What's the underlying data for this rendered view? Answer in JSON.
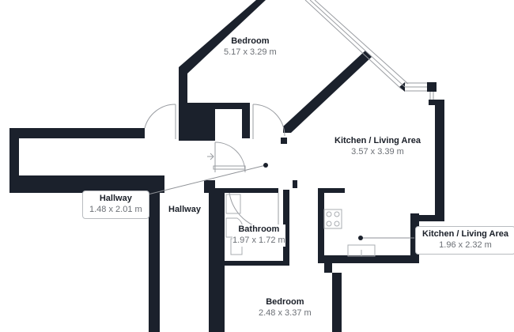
{
  "floorplan": {
    "wall_color": "#1b212c",
    "rooms": [
      {
        "id": "bedroom_1",
        "name": "Bedroom",
        "dimensions": "5.17 x 3.29 m"
      },
      {
        "id": "kitchen_living_1",
        "name": "Kitchen / Living Area",
        "dimensions": "3.57 x 3.39 m"
      },
      {
        "id": "hallway_1",
        "name": "Hallway",
        "dimensions": "1.48 x 2.01 m"
      },
      {
        "id": "hallway_2",
        "name": "Hallway"
      },
      {
        "id": "bathroom",
        "name": "Bathroom",
        "dimensions": "1.97 x 1.72 m"
      },
      {
        "id": "kitchen_living_2",
        "name": "Kitchen / Living Area",
        "dimensions": "1.96 x 2.32 m"
      },
      {
        "id": "bedroom_2",
        "name": "Bedroom",
        "dimensions": "2.48 x 3.37 m"
      }
    ]
  }
}
